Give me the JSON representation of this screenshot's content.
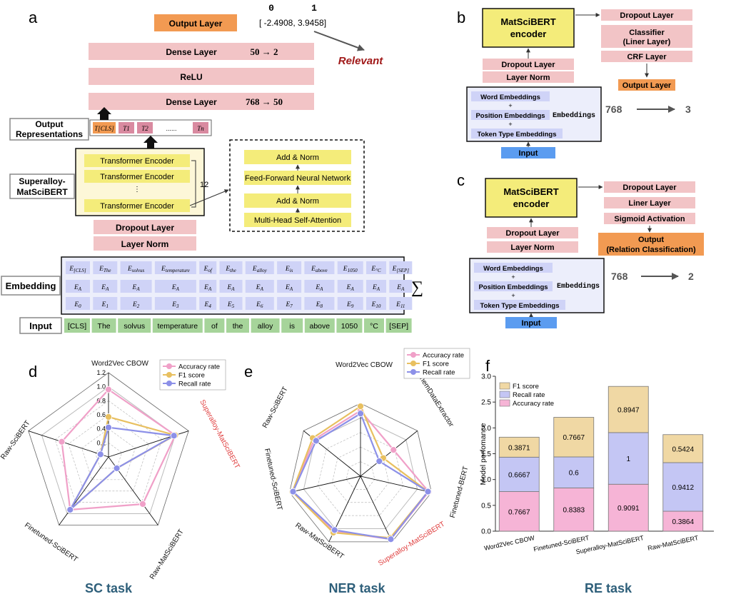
{
  "panel_labels": [
    "a",
    "b",
    "c",
    "d",
    "e",
    "f"
  ],
  "a": {
    "output_layer": "Output Layer",
    "logit_index_0": "0",
    "logit_index_1": "1",
    "logits": "[ -2.4908,  3.9458]",
    "relevant": "Relevant",
    "dense1": "Dense Layer",
    "dense1_dim": "50 → 2",
    "relu": "ReLU",
    "dense2": "Dense Layer",
    "dense2_dim": "768 → 50",
    "output_repr": "Output\nRepresentations",
    "output_repr_l1": "Output",
    "output_repr_l2": "Representations",
    "tokens_out": [
      "T[CLS]",
      "T1",
      "T2",
      "......",
      "Tn"
    ],
    "model_l1": "Superalloy-",
    "model_l2": "MatSciBERT",
    "encoders": [
      "Transformer Encoder",
      "Transformer Encoder",
      "Transformer Encoder"
    ],
    "encoder_count": "12",
    "detail": [
      "Add & Norm",
      "Feed-Forward Neural Network",
      "Add & Norm",
      "Multi-Head Self-Attention"
    ],
    "dropout": "Dropout Layer",
    "layernorm": "Layer Norm",
    "embedding_label": "Embedding",
    "input_label": "Input",
    "emb_row1": [
      "E[CLS]",
      "EThe",
      "Esolvus",
      "Etemperature",
      "Eof",
      "Ethe",
      "Ealloy",
      "Eis",
      "Eabove",
      "E1050",
      "E°C",
      "E[SEP]"
    ],
    "emb_row2": [
      "EA",
      "EA",
      "EA",
      "EA",
      "EA",
      "EA",
      "EA",
      "EA",
      "EA",
      "EA",
      "EA",
      "EA"
    ],
    "emb_row3": [
      "E0",
      "E1",
      "E2",
      "E3",
      "E4",
      "E5",
      "E6",
      "E7",
      "E8",
      "E9",
      "E10",
      "E11"
    ],
    "sigma": "∑",
    "input_tokens": [
      "[CLS]",
      "The",
      "solvus",
      "temperature",
      "of",
      "the",
      "alloy",
      "is",
      "above",
      "1050",
      "°C",
      "[SEP]"
    ]
  },
  "b": {
    "encoder_l1": "MatSciBERT",
    "encoder_l2": "encoder",
    "dropout": "Dropout Layer",
    "layernorm": "Layer Norm",
    "word_emb": "Word Embeddings",
    "pos_emb": "Position Embeddings",
    "tok_emb": "Token Type Embeddings",
    "plus": "+",
    "embeddings": "Embeddings",
    "input": "Input",
    "head": [
      "Dropout Layer",
      "Classifier\n(Liner Layer)",
      "CRF Layer"
    ],
    "classifier_l1": "Classifier",
    "classifier_l2": "(Liner Layer)",
    "output": "Output Layer",
    "dim_in": "768",
    "dim_out": "3"
  },
  "c": {
    "encoder_l1": "MatSciBERT",
    "encoder_l2": "encoder",
    "dropout": "Dropout Layer",
    "layernorm": "Layer Norm",
    "word_emb": "Word Embeddings",
    "pos_emb": "Position Embeddings",
    "tok_emb": "Token Type Embeddings",
    "plus": "+",
    "embeddings": "Embeddings",
    "input": "Input",
    "head": [
      "Dropout Layer",
      "Liner Layer",
      "Sigmoid Activation"
    ],
    "output_l1": "Output",
    "output_l2": "(Relation Classification)",
    "dim_in": "768",
    "dim_out": "2"
  },
  "colors": {
    "pink": "#f2c4c6",
    "orange": "#f29a52",
    "yellow": "#f4ec7a",
    "lavender": "#cfd3f7",
    "blue": "#5b9cf0",
    "green": "#a6d49a",
    "accuracy": "#f0a0c8",
    "f1": "#e8c060",
    "recall": "#8c90e8",
    "task_title": "#2e5f7a",
    "highlight": "#e04040",
    "relevant": "#a01818"
  },
  "chart_data": [
    {
      "type": "radar",
      "panel": "d",
      "axes": [
        "Word2Vec CBOW",
        "Superalloy-MatSciBERT",
        "Raw-MatSciBERT",
        "Finetuned-SciBERT",
        "Raw-SciBERT"
      ],
      "radial_ticks": [
        0.2,
        0.4,
        0.6,
        0.8,
        1.0,
        1.2
      ],
      "rlim": [
        0,
        1.2
      ],
      "series": [
        {
          "name": "Accuracy rate",
          "color": "#f0a0c8",
          "values": [
            0.96,
            1.0,
            0.83,
            0.93,
            0.7
          ]
        },
        {
          "name": "F1 score",
          "color": "#e8c060",
          "values": [
            0.57,
            1.0,
            0.2,
            0.93,
            0.12
          ]
        },
        {
          "name": "Recall rate",
          "color": "#8c90e8",
          "values": [
            0.42,
            0.98,
            0.2,
            0.93,
            0.12
          ]
        }
      ],
      "highlight_axis": "Superalloy-MatSciBERT",
      "title": "SC task",
      "legend": "top-right"
    },
    {
      "type": "radar",
      "panel": "e",
      "axes": [
        "Word2Vec CBOW",
        "ChemDataExtractor",
        "Finetuned-BERT",
        "Superalloy-MatSciBERT",
        "Raw-MatSciBERT",
        "Finetuned-SciBERT",
        "Raw-SciBERT"
      ],
      "rlim": [
        0,
        1
      ],
      "series": [
        {
          "name": "Accuracy rate",
          "color": "#f0a0c8",
          "values": [
            0.9,
            0.58,
            0.96,
            0.96,
            0.84,
            0.96,
            0.81
          ]
        },
        {
          "name": "F1 score",
          "color": "#e8c060",
          "values": [
            0.96,
            0.4,
            0.95,
            0.94,
            0.86,
            0.96,
            0.84
          ]
        },
        {
          "name": "Recall rate",
          "color": "#8c90e8",
          "values": [
            0.86,
            0.33,
            0.95,
            0.96,
            0.82,
            0.95,
            0.78
          ]
        }
      ],
      "highlight_axis": "Superalloy-MatSciBERT",
      "title": "NER task",
      "legend": "top-right"
    },
    {
      "type": "bar",
      "stacked": true,
      "panel": "f",
      "categories": [
        "Word2Vec CBOW",
        "Finetuned-SciBERT",
        "Superalloy-MatSciBERT",
        "Raw-MatSciBERT"
      ],
      "series": [
        {
          "name": "Accuracy rate",
          "color": "#f6b4d6",
          "values": [
            0.7667,
            0.8383,
            0.9091,
            0.3864
          ]
        },
        {
          "name": "Recall rate",
          "color": "#c4c6f4",
          "values": [
            0.6667,
            0.6,
            1,
            0.9412
          ]
        },
        {
          "name": "F1 score",
          "color": "#f0d8a4",
          "values": [
            0.3871,
            0.7667,
            0.8947,
            0.5424
          ]
        }
      ],
      "ylabel": "Model perfomance",
      "ylim": [
        0,
        3.0
      ],
      "yticks": [
        "0.0",
        "0.5",
        "1.0",
        "1.5",
        "2.0",
        "2.5",
        "3.0"
      ],
      "legend_order": [
        "F1 score",
        "Recall rate",
        "Accuracy rate"
      ],
      "title": "RE task"
    }
  ]
}
